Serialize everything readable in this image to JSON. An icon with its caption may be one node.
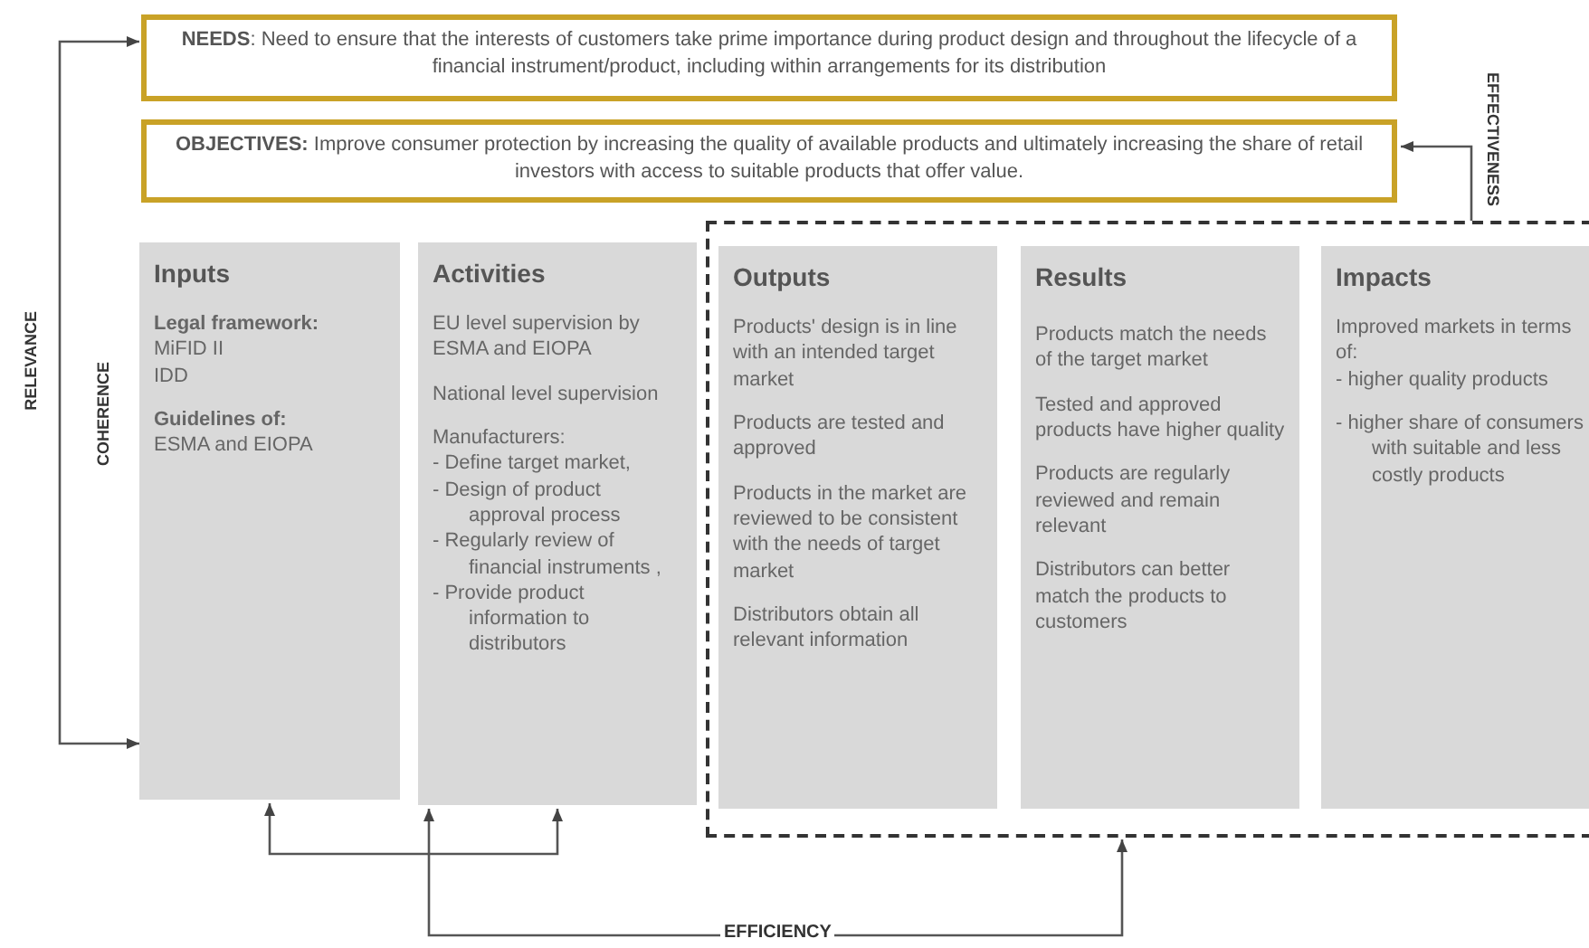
{
  "diagram": {
    "nodes": [
      {
        "text": [
          "**NEEDS**: Need to ensure that the interests of customers take prime importance during product design and throughout the lifecycle of a financial instrument/product, including within arrangements for its distribution"
        ]
      },
      {
        "text": [
          "**OBJECTIVES:** Improve consumer protection by increasing the quality of available products and ultimately increasing the share of retail investors with access to suitable products that offer value."
        ]
      },
      {
        "text": [
          "Inputs",
          "**Legal framework:**",
          "MiFID II",
          "IDD",
          "**Guidelines of:**",
          "ESMA and EIOPA"
        ]
      },
      {
        "text": [
          "Activities",
          "EU level supervision by ESMA and EIOPA",
          "National level supervision",
          "Manufacturers:",
          "- Define target market,",
          "- Design of product approval process",
          "- Regularly review of financial instruments ,",
          "- Provide product information to distributors"
        ]
      },
      {
        "text": [],
        "shape": "box"
      },
      {
        "text": [
          "Outputs",
          "Products' design is in line with an intended target market",
          "Products are tested and approved",
          "Products in the market are reviewed to be consistent with the needs of target market",
          "Distributors obtain all relevant information"
        ],
        "in": 4
      },
      {
        "text": [
          "Results",
          "Products match the needs of the target market",
          "Tested and approved products have higher quality",
          "Products are regularly reviewed and remain relevant",
          "Distributors can better match the products to customers"
        ],
        "in": 4
      },
      {
        "text": [
          "Impacts",
          "Improved markets in terms of:",
          "- higher quality products",
          "- higher share of consumers with suitable and less costly products"
        ],
        "in": 4
      }
    ],
    "edges": [
      {
        "from": 2,
        "to": 0,
        "arrow": "both",
        "label": "RELEVANCE"
      },
      {
        "from": 4,
        "to": 1,
        "arrow": "to",
        "label": "EFFECTIVENESS"
      },
      {
        "from": 2,
        "to": 3,
        "arrow": "both"
      },
      {
        "from": 3,
        "to": 4,
        "arrow": "both",
        "label": "EFFICIENCY"
      }
    ],
    "labels": [
      "COHERENCE"
    ]
  }
}
